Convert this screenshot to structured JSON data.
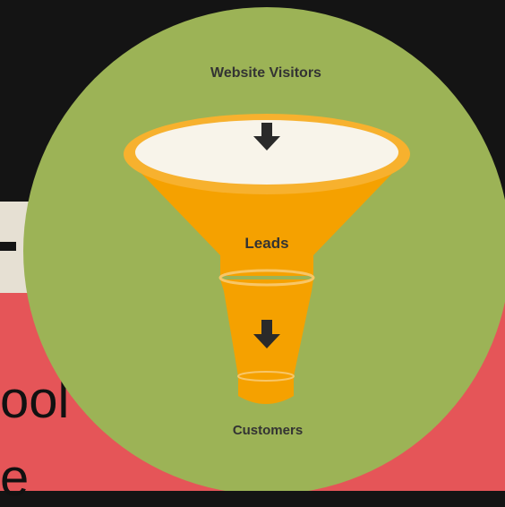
{
  "diagram": {
    "stages": [
      {
        "label": "Website Visitors"
      },
      {
        "label": "Leads"
      },
      {
        "label": "Customers"
      }
    ]
  },
  "background": {
    "partial_text_line1": "ool",
    "partial_text_line2": "e"
  },
  "colors": {
    "page_background": "#141414",
    "circle_fill": "#9cb356",
    "funnel_orange": "#f5a100",
    "funnel_rim": "#f7b12e",
    "funnel_opening": "#f8f4ea",
    "band_beige": "#e6e0d3",
    "band_red": "#e55558",
    "arrow": "#2a2a2a"
  }
}
